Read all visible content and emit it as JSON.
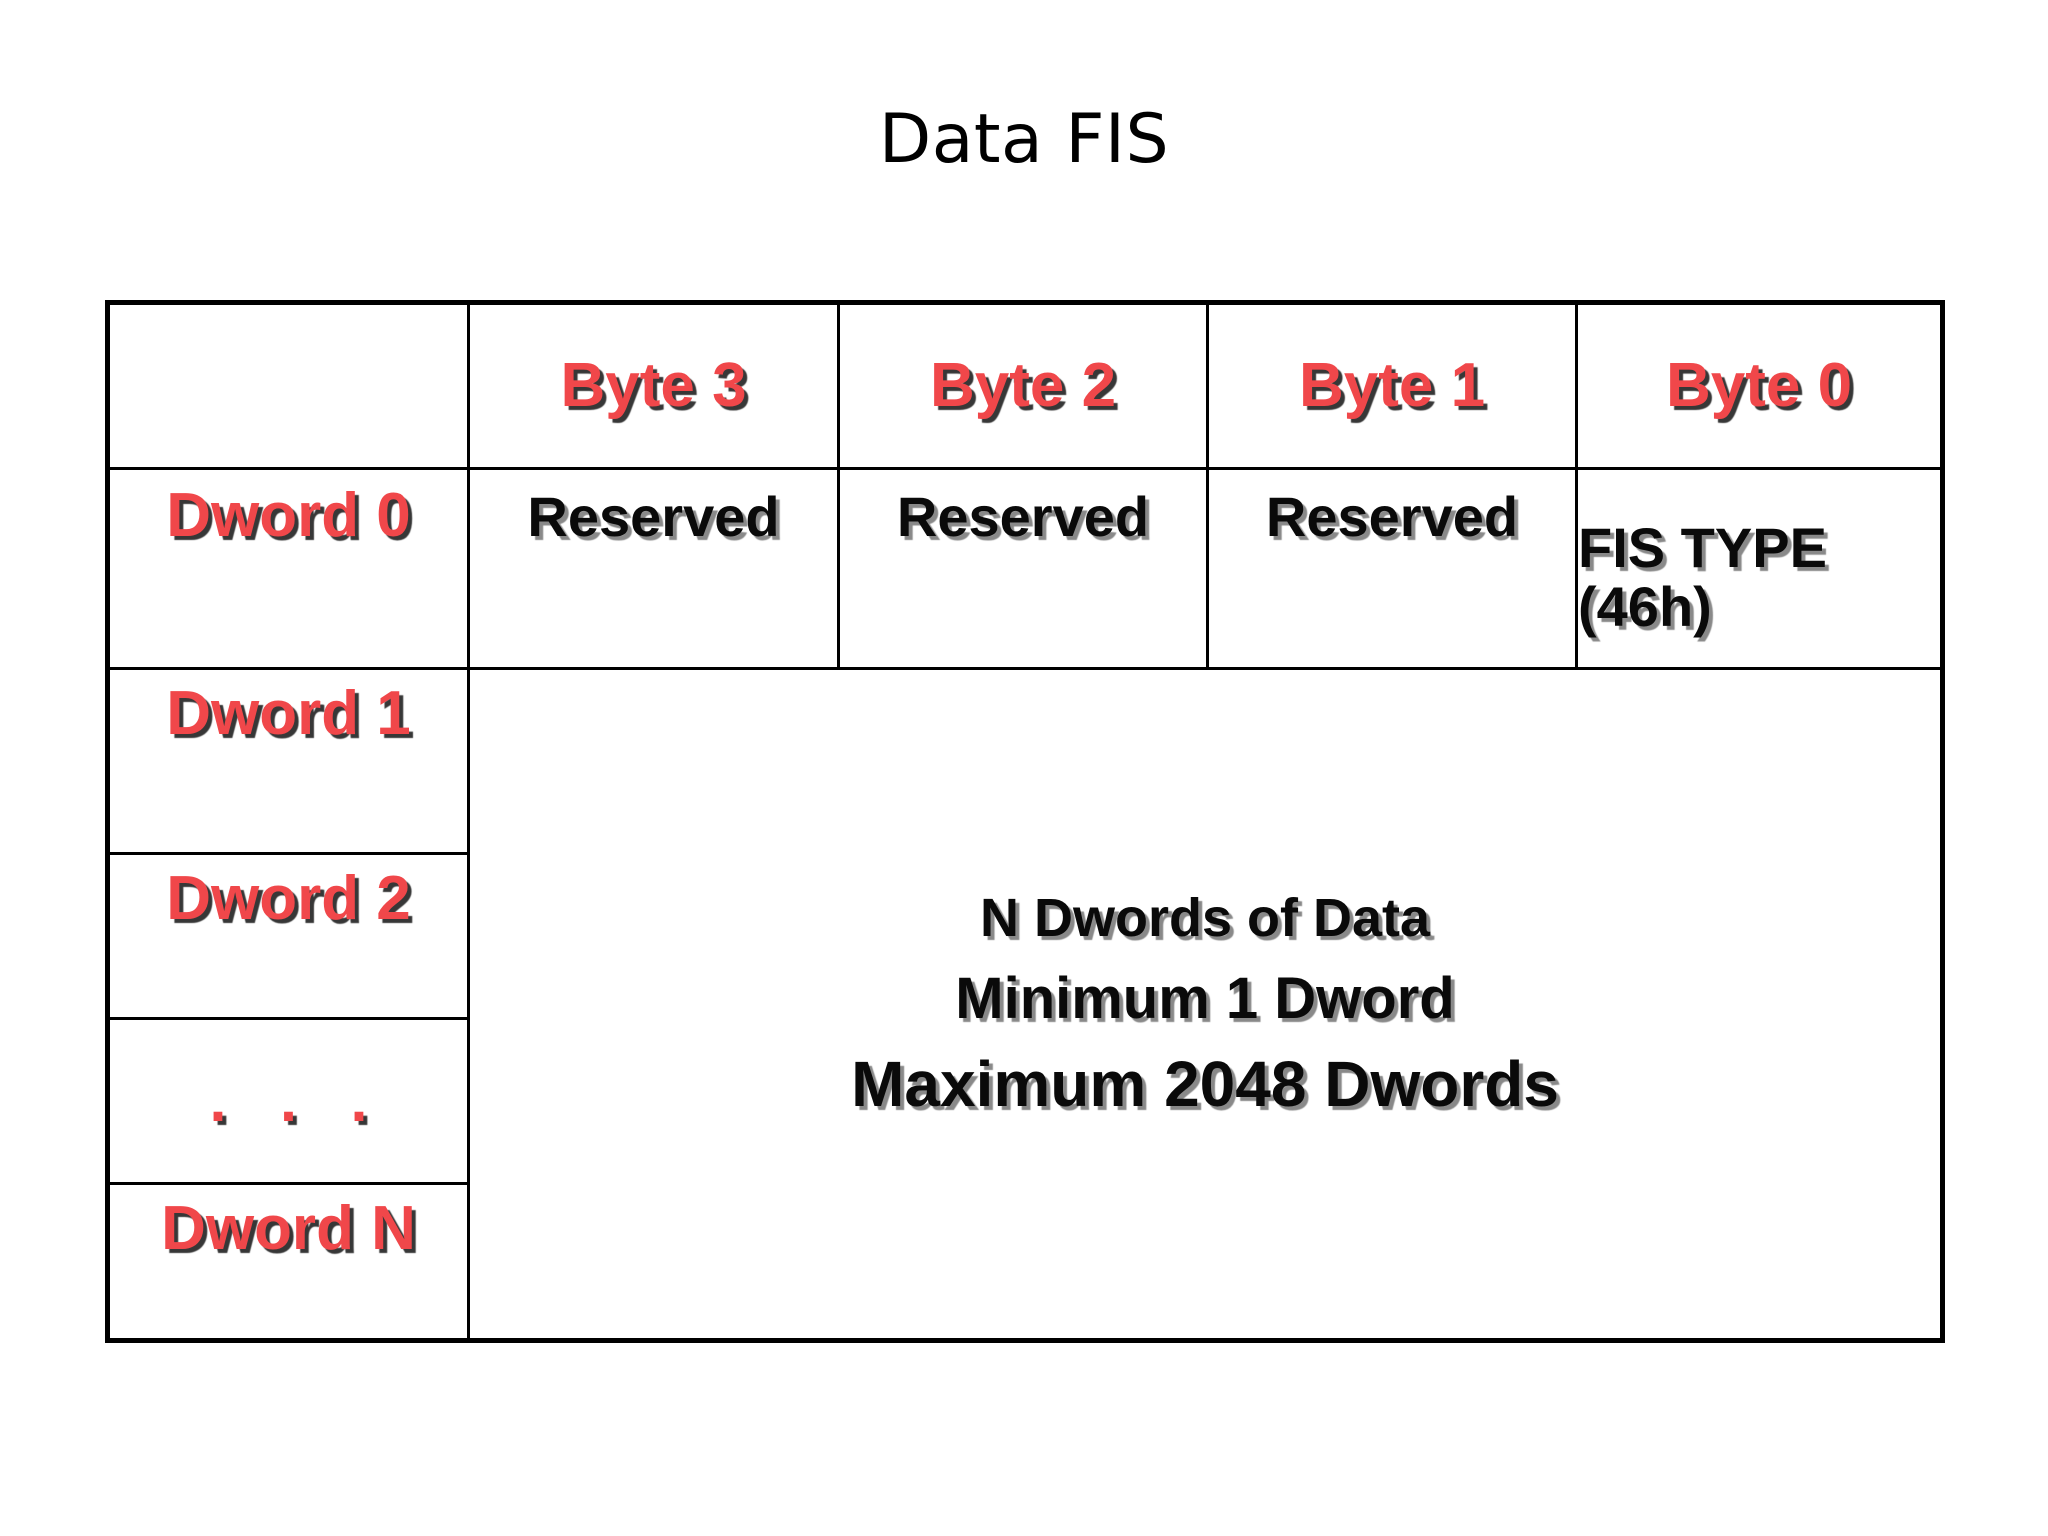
{
  "title": "Data FIS",
  "colors": {
    "accent_red": "#F0474A",
    "text_black": "#0A0A0A",
    "border": "#000000",
    "background": "#FFFFFF"
  },
  "table": {
    "column_headers": {
      "corner": "",
      "byte3": "Byte 3",
      "byte2": "Byte 2",
      "byte1": "Byte 1",
      "byte0": "Byte 0"
    },
    "rows": [
      {
        "label": "Dword 0",
        "cells": {
          "byte3": "Reserved",
          "byte2": "Reserved",
          "byte1": "Reserved",
          "byte0_line1": "FIS TYPE",
          "byte0_line2": "(46h)"
        }
      },
      {
        "label": "Dword 1"
      },
      {
        "label": "Dword 2"
      },
      {
        "label": ". . ."
      },
      {
        "label": "Dword N"
      }
    ],
    "payload": {
      "line1": "N Dwords of Data",
      "line2": "Minimum 1 Dword",
      "line3": "Maximum 2048 Dwords"
    }
  }
}
